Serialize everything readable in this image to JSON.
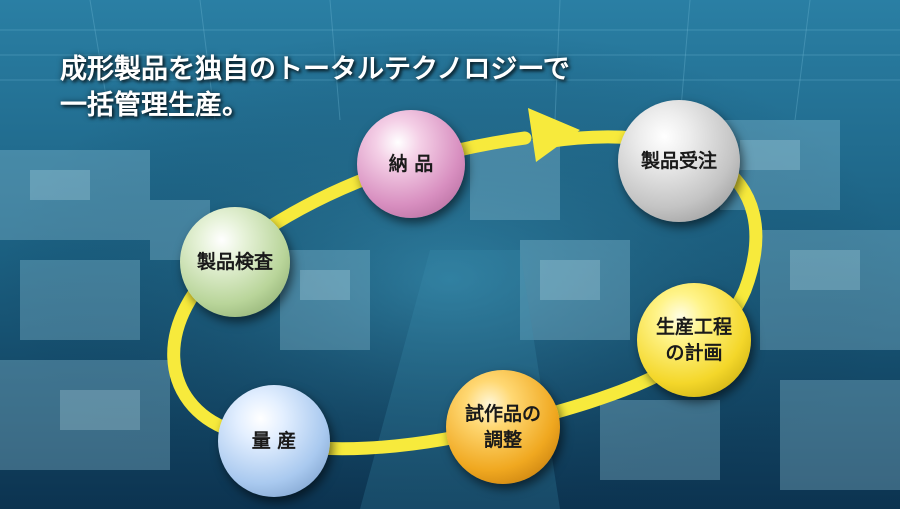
{
  "headline": "成形製品を独自のトータルテクノロジーで\n一括管理生産。",
  "cycle": {
    "nodes": [
      {
        "label": "製品受注"
      },
      {
        "label": "生産工程\nの計画"
      },
      {
        "label": "試作品の\n調整"
      },
      {
        "label": "量 産"
      },
      {
        "label": "製品検査"
      },
      {
        "label": "納 品"
      }
    ]
  },
  "colors": {
    "arrow": "#f7ea3c",
    "overlay": "#1f6f95"
  }
}
